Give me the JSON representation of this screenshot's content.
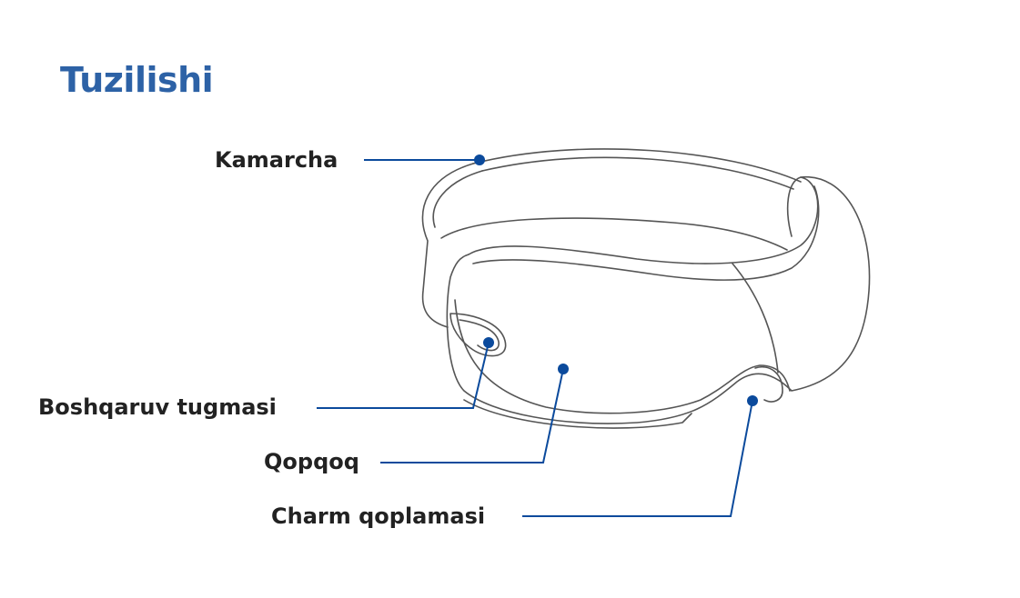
{
  "title": "Tuzilishi",
  "labels": {
    "strap": "Kamarcha",
    "control_button": "Boshqaruv tugmasi",
    "cover": "Qopqoq",
    "leather_cover": "Charm qoplamasi"
  },
  "colors": {
    "title": "#2d62a6",
    "leader": "#0b4a9c",
    "outline": "#444444"
  }
}
